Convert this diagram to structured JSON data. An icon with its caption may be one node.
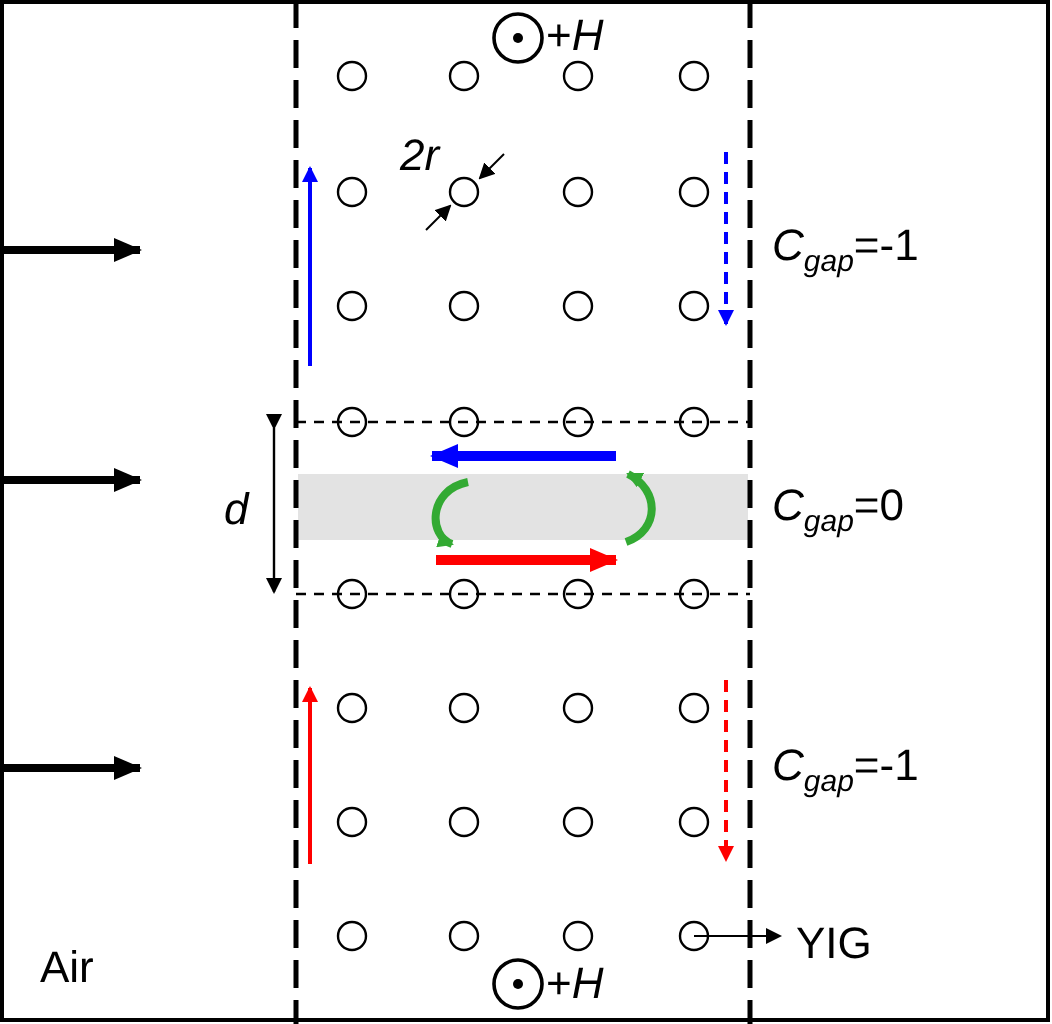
{
  "diagram": {
    "nodes": [
      {
        "text": [
          "YIG"
        ]
      },
      {
        "text": [],
        "shape": "circle"
      }
    ],
    "edges": [
      {
        "from": 1,
        "to": 0,
        "arrow": "to"
      }
    ],
    "labels": [
      "+*H*",
      "2r",
      "*C*$_{gap}$=-1",
      "d",
      "*C*$_{gap}$=0",
      "*C*$_{gap}$=-1",
      "Air",
      "+*H*"
    ]
  }
}
